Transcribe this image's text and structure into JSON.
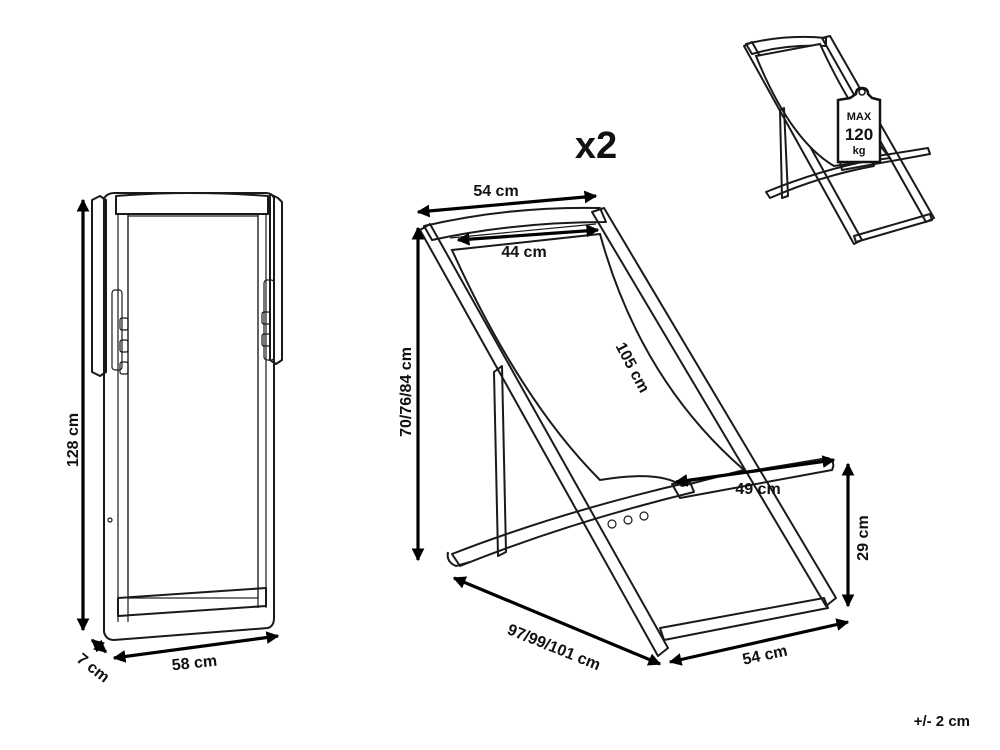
{
  "quantity": "x2",
  "tolerance": "+/- 2 cm",
  "front_view": {
    "height": "128 cm",
    "width": "58 cm",
    "depth": "7 cm"
  },
  "side_view": {
    "top_width": "54 cm",
    "inner_width": "44 cm",
    "fabric_length": "105 cm",
    "height": "70/76/84 cm",
    "armrest_width": "49 cm",
    "seat_height": "29 cm",
    "length": "97/99/101 cm",
    "bottom_width": "54 cm"
  },
  "load_badge": {
    "line1": "MAX",
    "line2": "120",
    "line3": "kg"
  },
  "icons": [
    "weight-icon",
    "arrow-icon"
  ]
}
